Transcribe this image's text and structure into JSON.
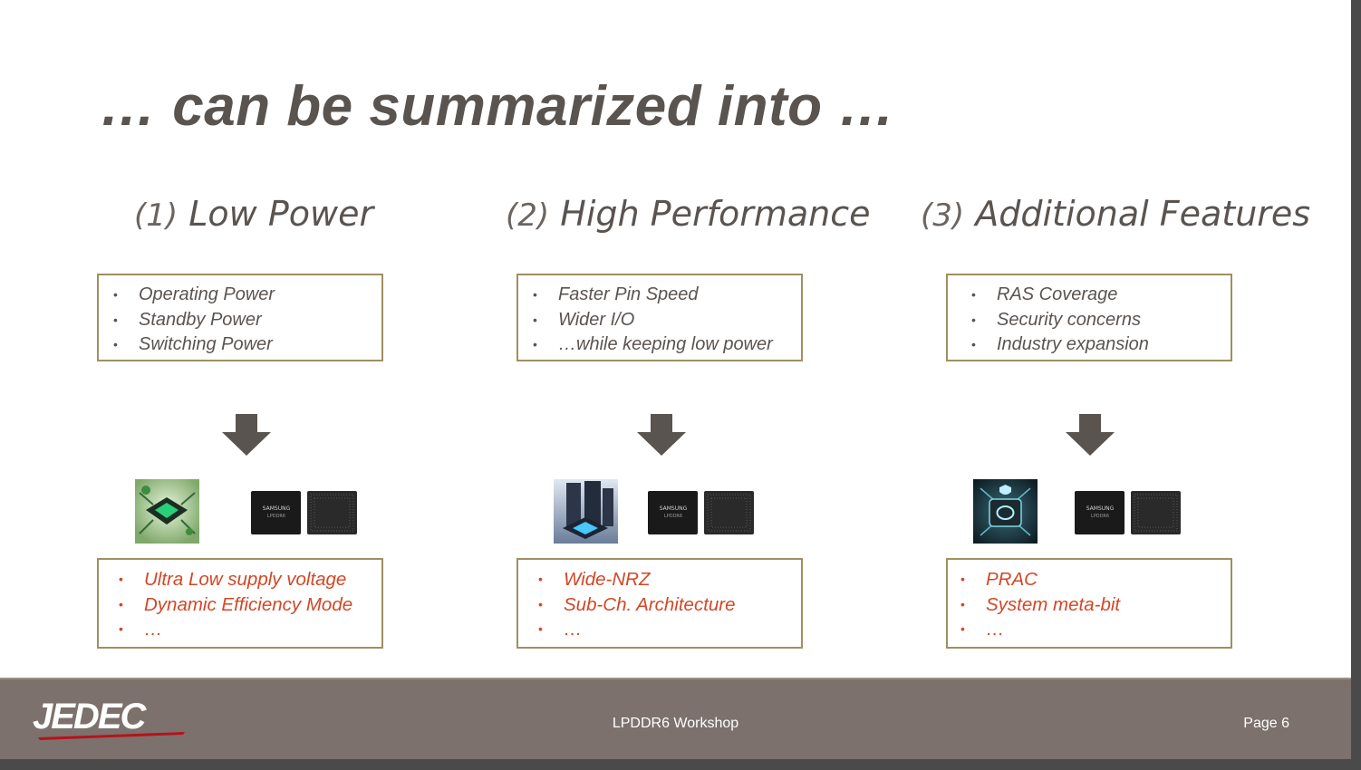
{
  "slide": {
    "title": "… can be summarized into …",
    "columns": [
      {
        "number": "(1)",
        "heading": "Low Power",
        "features": [
          "Operating Power",
          "Standby Power",
          "Switching Power"
        ],
        "solutions": [
          "Ultra Low supply voltage",
          "Dynamic Efficiency Mode",
          "…"
        ]
      },
      {
        "number": "(2)",
        "heading": "High Performance",
        "features": [
          "Faster Pin Speed",
          "Wider I/O",
          "…while keeping low power"
        ],
        "solutions": [
          "Wide-NRZ",
          "Sub-Ch. Architecture",
          "…"
        ]
      },
      {
        "number": "(3)",
        "heading": "Additional Features",
        "features": [
          "RAS Coverage",
          "Security concerns",
          "Industry expansion"
        ],
        "solutions": [
          "PRAC",
          "System meta-bit",
          "…"
        ]
      }
    ],
    "bullet": "•",
    "chip_brand": "SAMSUNG",
    "chip_model": "LPDDR6"
  },
  "footer": {
    "logo_text": "JEDEC",
    "center_text": "LPDDR6 Workshop",
    "page_label": "Page 6"
  },
  "colors": {
    "title": "#5a5450",
    "box_border": "#a08f60",
    "solution_text": "#d24726",
    "footer_bg": "#7c716c"
  }
}
